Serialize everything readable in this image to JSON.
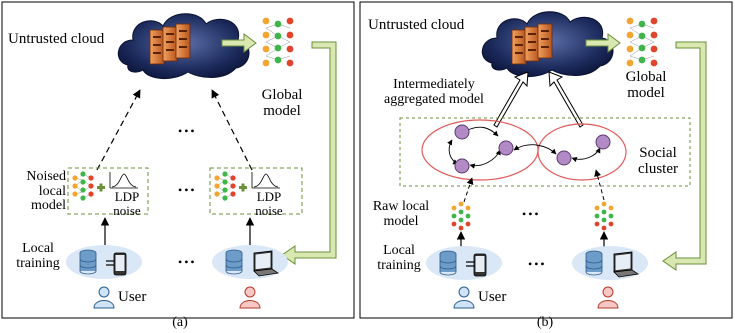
{
  "panel_a": {
    "cloud_label": "Untrusted cloud",
    "global_model": "Global model",
    "noised_local_model": "Noised local model",
    "ldp_noise_1": "LDP noise",
    "ldp_noise_2": "LDP noise",
    "local_training": "Local training",
    "user": "User",
    "ellipsis": "•••",
    "caption": "(a)"
  },
  "panel_b": {
    "cloud_label": "Untrusted cloud",
    "global_model": "Global model",
    "intermediate_model": "Intermediately aggregated model",
    "social_cluster": "Social cluster",
    "raw_local_model": "Raw local model",
    "local_training": "Local training",
    "user": "User",
    "ellipsis": "•••",
    "caption": "(b)"
  }
}
